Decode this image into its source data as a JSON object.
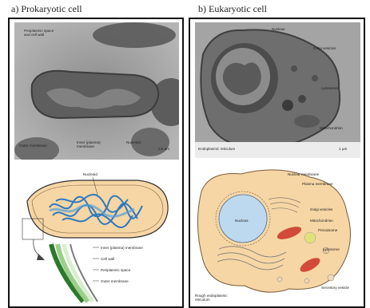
{
  "panels": {
    "prokaryotic": {
      "title": "a) Prokaryotic cell",
      "micrograph": {
        "labels": {
          "periplasmic": "Periplasmic space\nand cell wall",
          "outer_membrane": "Outer membrane",
          "inner_membrane": "Inner (plasma)\nmembrane",
          "nucleoid": "Nucleoid"
        },
        "scale": "0.5 μm"
      },
      "diagram": {
        "labels": {
          "nucleoid": "Nucleoid",
          "inner_membrane": "Inner (plasma) membrane",
          "cell_wall": "Cell wall",
          "periplasmic": "Periplasmic space",
          "outer_membrane": "Outer membrane"
        }
      }
    },
    "eukaryotic": {
      "title": "b) Eukaryotic cell",
      "micrograph": {
        "labels": {
          "nucleus": "Nucleus",
          "golgi": "Golgi vesicles",
          "lysosome": "Lysosome",
          "mitochondrion": "Mitochondrion",
          "er": "Endoplasmic reticulum"
        },
        "scale": "1 μm"
      },
      "diagram": {
        "labels": {
          "nuclear_membrane": "Nuclear membrane",
          "plasma_membrane": "Plasma membrane",
          "nucleus": "Nucleus",
          "golgi": "Golgi vesicles",
          "mitochondrion": "Mitochondrion",
          "peroxisome": "Peroxisome",
          "lysosome": "Lysosome",
          "secretory": "Secretory vesicle",
          "rough_er": "Rough endoplasmic\nreticulum"
        }
      }
    }
  },
  "colors": {
    "frame": "#111111",
    "cell_fill": "#f6d6a4",
    "nucleoid": "#5aa0d8",
    "nucleus": "#bcd9f0",
    "mitochondrion": "#d24a3a",
    "lysosome": "#e2e07a",
    "micrograph": "#9c9c9c"
  }
}
